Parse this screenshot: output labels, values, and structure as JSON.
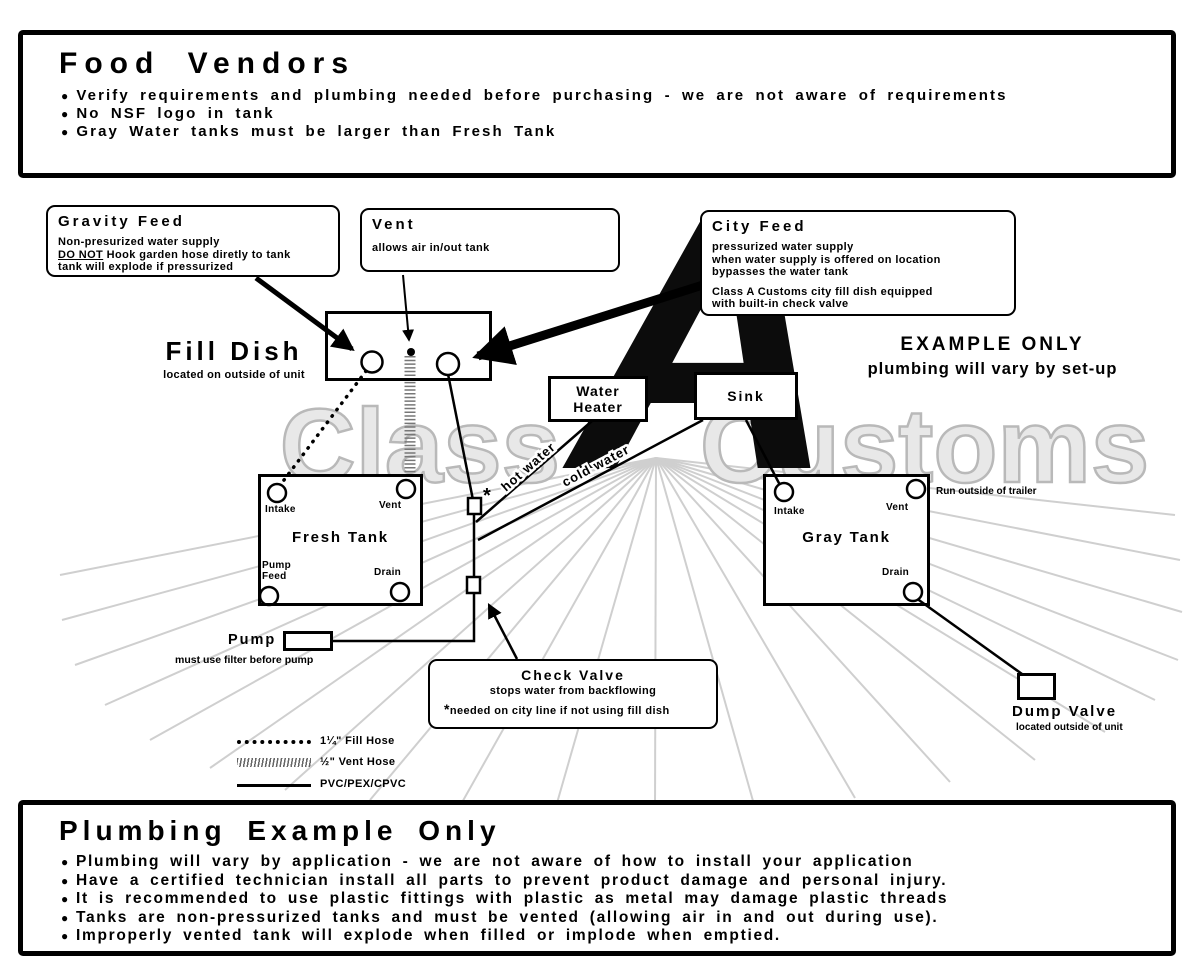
{
  "header": {
    "title": "Food Vendors",
    "bullets": [
      "Verify requirements and plumbing needed before purchasing - we are not aware of requirements",
      "No NSF logo in tank",
      "Gray Water tanks must be larger than Fresh Tank"
    ]
  },
  "footer": {
    "title": "Plumbing Example Only",
    "bullets": [
      "Plumbing will vary by application - we are not aware of how to install your application",
      "Have a certified technician install all parts to prevent product damage and personal injury.",
      "It is recommended to use plastic fittings with plastic as metal may damage plastic threads",
      "Tanks are non-pressurized tanks and must be vented (allowing air in and out during use).",
      "Improperly vented tank will explode when filled or implode when emptied."
    ]
  },
  "diagram": {
    "gravity_feed": {
      "title": "Gravity Feed",
      "line1": "Non-presurized water supply",
      "do_not": "DO NOT",
      "line2": " Hook garden hose diretly to tank",
      "line3": "tank will explode if pressurized"
    },
    "vent_box": {
      "title": "Vent",
      "line1": "allows air in/out tank"
    },
    "city_feed": {
      "title": "City Feed",
      "line1": "pressurized water supply",
      "line2": "when water supply is offered on location",
      "line3": "bypasses the water tank",
      "line4": "Class A Customs city fill dish equipped",
      "line5": "with built-in check valve"
    },
    "fill_dish": {
      "title": "Fill Dish",
      "subtitle": "located on outside of unit"
    },
    "example_note": {
      "line1": "EXAMPLE ONLY",
      "line2": "plumbing will vary by set-up"
    },
    "water_heater": {
      "line1": "Water",
      "line2": "Heater"
    },
    "sink": {
      "label": "Sink"
    },
    "fresh_tank": {
      "title": "Fresh Tank",
      "intake": "Intake",
      "vent": "Vent",
      "pump_feed_1": "Pump",
      "pump_feed_2": "Feed",
      "drain": "Drain"
    },
    "gray_tank": {
      "title": "Gray Tank",
      "intake": "Intake",
      "vent": "Vent",
      "drain": "Drain",
      "note": "Run outside of trailer"
    },
    "pump": {
      "label": "Pump",
      "note": "must use filter before pump"
    },
    "check_valve": {
      "title": "Check Valve",
      "line1": "stops water from backflowing",
      "star": "*",
      "line2": "needed on city line if not using fill dish"
    },
    "dump_valve": {
      "label": "Dump Valve",
      "note": "located outside of unit"
    },
    "pipes": {
      "hot": "hot water",
      "cold": "cold water"
    },
    "legend": {
      "fill_hose": "1¼\" Fill Hose",
      "vent_hose": "½\" Vent Hose",
      "pvc": "PVC/PEX/CPVC"
    },
    "watermark": {
      "left": "Class",
      "middle": "A",
      "right": "Customs"
    }
  },
  "colors": {
    "ink": "#000000",
    "watermark_fill": "#e8e8e8",
    "watermark_stroke": "#b9b9b9",
    "ray": "#cfcfcf",
    "vent_hose": "#777777"
  }
}
